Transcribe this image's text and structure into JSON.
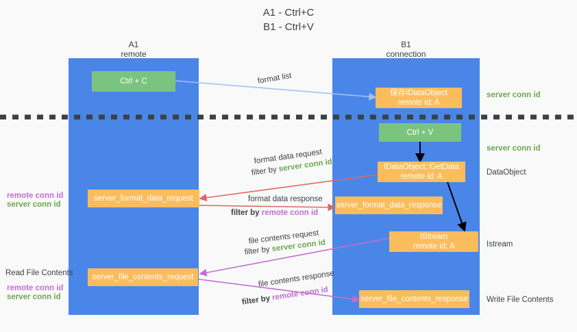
{
  "title": {
    "line1": "A1 - Ctrl+C",
    "line2": "B1 - Ctrl+V"
  },
  "colors": {
    "column": "#4a86e8",
    "orange_node": "#fbbc5c",
    "green_node": "#7bc47f",
    "server_conn_id": "#6aa84f",
    "remote_conn_id": "#c16ed0",
    "arrow_format_list": "#a4c2f4",
    "arrow_format_data": "#e06666",
    "arrow_file_contents": "#c16ed0",
    "arrow_internal": "#000000",
    "dashed_divider": "#3c4043",
    "background": "#f9f9f9"
  },
  "columns": [
    {
      "id": "a1",
      "name": "A1",
      "sub": "remote"
    },
    {
      "id": "b1",
      "name": "B1",
      "sub": "connection"
    }
  ],
  "nodes": [
    {
      "id": "ctrl-c",
      "kind": "green",
      "line1": "Ctrl + C",
      "line2": ""
    },
    {
      "id": "save-idataobject",
      "kind": "orange",
      "line1": "保存IDataObject",
      "line2": "remote id: A"
    },
    {
      "id": "ctrl-v",
      "kind": "green",
      "line1": "Ctrl + V",
      "line2": ""
    },
    {
      "id": "idataobject-getdata",
      "kind": "orange",
      "line1": "IDataObject::GetData",
      "line2": "remote id: A"
    },
    {
      "id": "server-format-data-request",
      "kind": "orange",
      "line1": "server_format_data_request",
      "line2": ""
    },
    {
      "id": "server-format-data-response",
      "kind": "orange",
      "line1": "server_format_data_response",
      "line2": ""
    },
    {
      "id": "istream",
      "kind": "orange",
      "line1": "IStream",
      "line2": "remote id: A"
    },
    {
      "id": "server-file-contents-request",
      "kind": "orange",
      "line1": "server_file_contents_request",
      "line2": ""
    },
    {
      "id": "server-file-contents-response",
      "kind": "orange",
      "line1": "server_file_contents_response",
      "line2": ""
    }
  ],
  "right_labels": [
    {
      "id": "server-conn-id-top",
      "text": "server conn id",
      "style": "green"
    },
    {
      "id": "server-conn-id-mid",
      "text": "server conn id",
      "style": "green"
    },
    {
      "id": "dataobject",
      "text": "DataObject",
      "style": "dark"
    },
    {
      "id": "istream-label",
      "text": "Istream",
      "style": "dark"
    },
    {
      "id": "write-file-contents",
      "text": "Write File Contents",
      "style": "dark"
    }
  ],
  "left_labels": [
    {
      "id": "left-remote-conn-id-1",
      "text": "remote conn id",
      "style": "magenta"
    },
    {
      "id": "left-server-conn-id-1",
      "text": "server conn id",
      "style": "green"
    },
    {
      "id": "read-file-contents",
      "text": "Read File Contents",
      "style": "dark"
    },
    {
      "id": "left-remote-conn-id-2",
      "text": "remote conn id",
      "style": "magenta"
    },
    {
      "id": "left-server-conn-id-2",
      "text": "server conn id",
      "style": "green"
    }
  ],
  "edge_labels": {
    "format_list": "format list",
    "format_data_request": "format data request",
    "format_data_request_filter_prefix": "filter by ",
    "format_data_request_filter_value": "server conn id",
    "format_data_response": "format data response",
    "format_data_response_filter_prefix": "filter by ",
    "format_data_response_filter_value": "remote conn id",
    "file_contents_request": "file contents request",
    "file_contents_request_filter_prefix": "filter by ",
    "file_contents_request_filter_value": "server conn id",
    "file_contents_response": "file contents response",
    "file_contents_response_filter_prefix": "filter by ",
    "file_contents_response_filter_value": "remote conn id"
  }
}
